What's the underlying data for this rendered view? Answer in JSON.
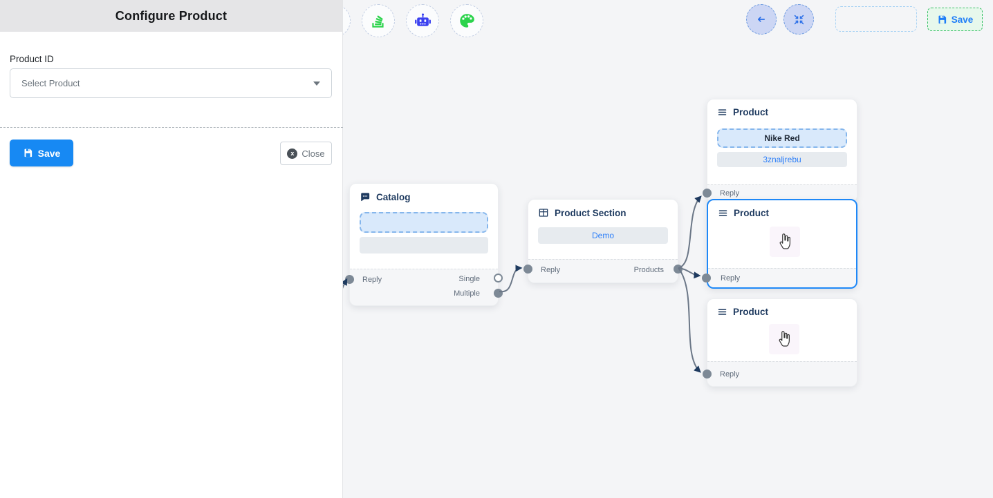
{
  "panel": {
    "title": "Configure Product",
    "field_label": "Product ID",
    "select_placeholder": "Select Product",
    "save_label": "Save",
    "close_label": "Close",
    "close_icon_glyph": "x"
  },
  "canvas_toolbar": {
    "icons": [
      {
        "name": "stack-icon",
        "color": "#2bd34b"
      },
      {
        "name": "robot-icon",
        "color": "#3b41f0"
      },
      {
        "name": "palette-icon",
        "color": "#2bd34b"
      }
    ]
  },
  "top_right": {
    "back_icon": "left-arrow",
    "fit_view_icon": "compress-arrows",
    "save_label": "Save"
  },
  "nodes": {
    "catalog": {
      "title": "Catalog",
      "reply_label": "Reply",
      "single_label": "Single",
      "multiple_label": "Multiple"
    },
    "product_section": {
      "title": "Product Section",
      "value": "Demo",
      "reply_label": "Reply",
      "products_label": "Products"
    },
    "product_top": {
      "title": "Product",
      "value1": "Nike Red",
      "value2": "3znaljrebu",
      "reply_label": "Reply"
    },
    "product_middle": {
      "title": "Product",
      "reply_label": "Reply"
    },
    "product_bottom": {
      "title": "Product",
      "reply_label": "Reply"
    }
  },
  "edges": [
    {
      "from": "off-canvas-left",
      "to": "catalog.reply"
    },
    {
      "from": "catalog.multiple",
      "to": "product_section.reply"
    },
    {
      "from": "product_section.products",
      "to": "product_top.reply"
    },
    {
      "from": "product_section.products",
      "to": "product_middle.reply"
    },
    {
      "from": "product_section.products",
      "to": "product_bottom.reply"
    }
  ],
  "colors": {
    "primary_blue": "#1789f3",
    "node_title_navy": "#1e3a5f",
    "edge_gray": "#6b7787",
    "arrow_navy": "#1e3a5f",
    "selected_border": "#1e88f7",
    "green_accent": "#35c063",
    "slot_blue_bg": "#d9e9fb",
    "canvas_bg": "#f4f5f7",
    "link_blue": "#2d7ff9"
  }
}
